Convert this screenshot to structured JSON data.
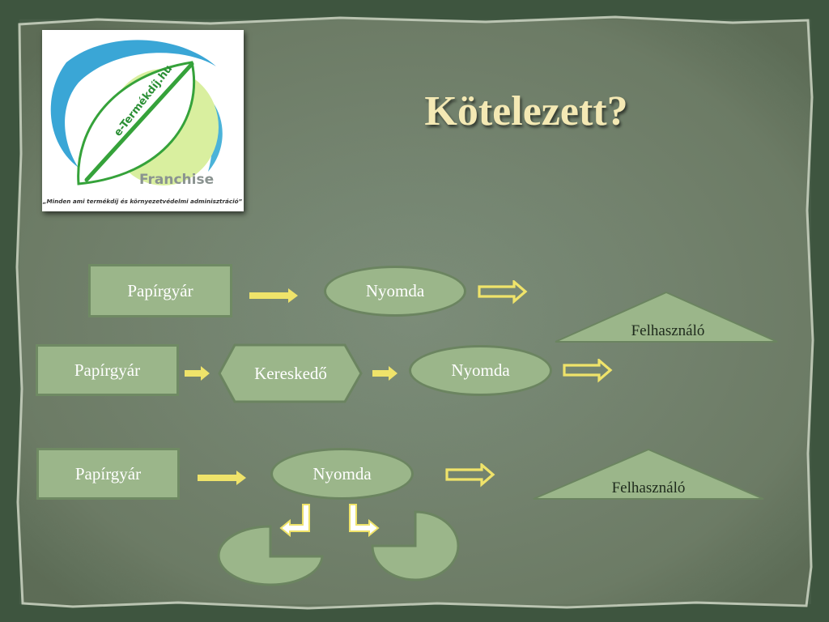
{
  "slide": {
    "title": "Kötelezett?",
    "logo": {
      "site": "e-Termékdíj.hu",
      "franchise": "Franchise",
      "tagline": "„Minden ami termékdíj és környezetvédelmi adminisztráció”"
    }
  },
  "diagram": {
    "row1": {
      "source": "Papírgyár",
      "printer": "Nyomda",
      "user": "Felhasználó"
    },
    "row2": {
      "source": "Papírgyár",
      "trader": "Kereskedő",
      "printer": "Nyomda"
    },
    "row3": {
      "source": "Papírgyár",
      "printer": "Nyomda",
      "user": "Felhasználó"
    }
  },
  "colors": {
    "background": "#3f5640",
    "panel": "#6d7d69",
    "shape_fill": "#9bb68a",
    "shape_border": "#6f8a63",
    "arrow": "#efe36a",
    "title": "#f4e9b4"
  }
}
